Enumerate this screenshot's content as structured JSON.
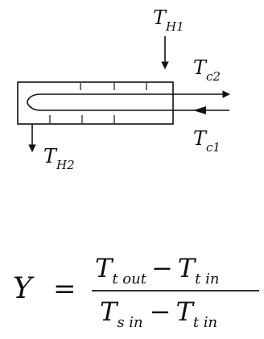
{
  "diagram": {
    "labels": {
      "hot_in": {
        "main": "T",
        "sub": "H1"
      },
      "hot_out": {
        "main": "T",
        "sub": "H2"
      },
      "cold_out": {
        "main": "T",
        "sub": "c2"
      },
      "cold_in": {
        "main": "T",
        "sub": "c1"
      }
    }
  },
  "equation": {
    "lhs": "Y",
    "equals": "=",
    "numerator": {
      "a_main": "T",
      "a_sub": "t out",
      "minus": "−",
      "b_main": "T",
      "b_sub": "t in"
    },
    "denominator": {
      "a_main": "T",
      "a_sub": "s in",
      "minus": "−",
      "b_main": "T",
      "b_sub": "t in"
    }
  },
  "colors": {
    "ink": "#111111",
    "background": "#ffffff"
  }
}
